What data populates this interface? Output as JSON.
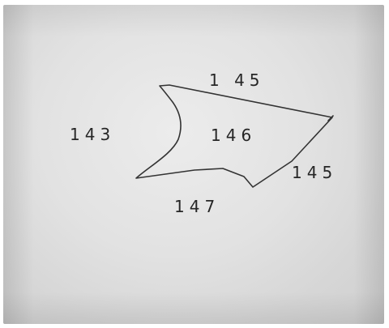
{
  "diagram": {
    "labels": {
      "top": "1 45",
      "left": "143",
      "center": "146",
      "right": "145",
      "bottom": "147"
    },
    "colors": {
      "paper": "#e4e4e4",
      "ink": "#2a2a2a"
    }
  }
}
